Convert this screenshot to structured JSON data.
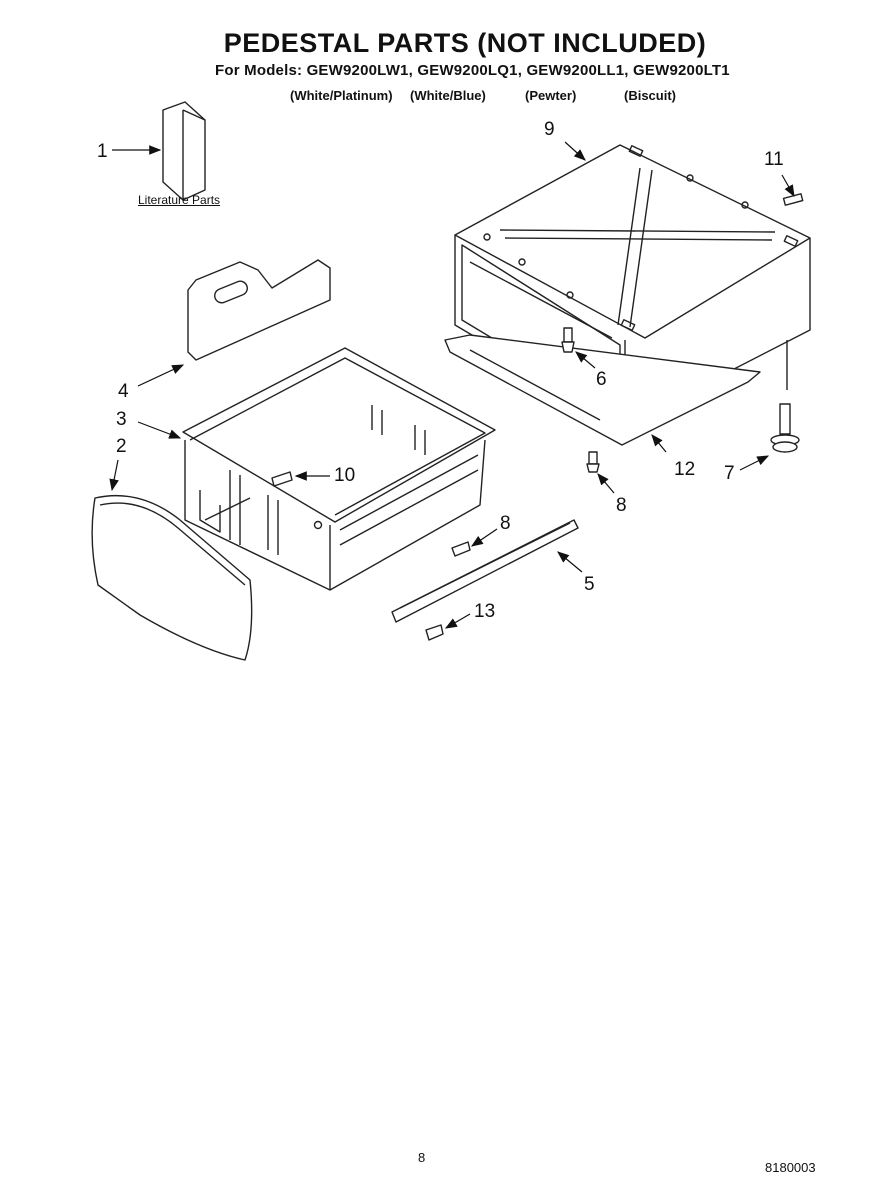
{
  "header": {
    "title": "PEDESTAL PARTS (NOT INCLUDED)",
    "models_line": "For Models: GEW9200LW1, GEW9200LQ1, GEW9200LL1, GEW9200LT1",
    "finishes": [
      "(White/Platinum)",
      "(White/Blue)",
      "(Pewter)",
      "(Biscuit)"
    ]
  },
  "diagram": {
    "literature_label": "Literature Parts",
    "callouts": [
      "1",
      "2",
      "3",
      "4",
      "5",
      "6",
      "7",
      "8",
      "8",
      "9",
      "10",
      "11",
      "12",
      "13"
    ]
  },
  "footer": {
    "page_number": "8",
    "document_number": "8180003"
  }
}
